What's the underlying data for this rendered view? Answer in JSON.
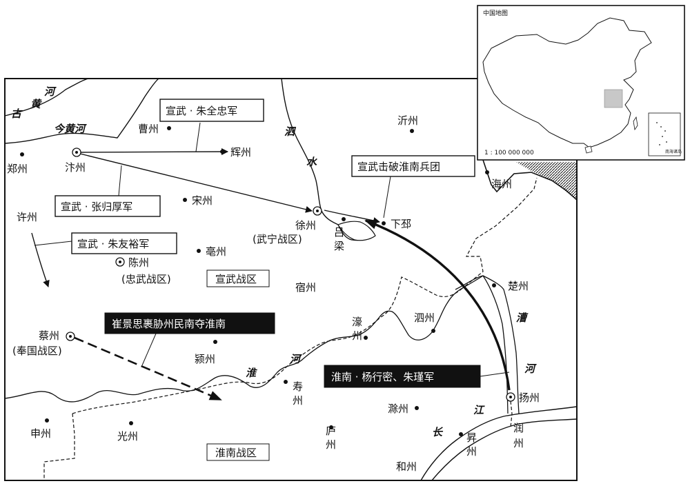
{
  "inset": {
    "title": "中国地图",
    "scale": "1 : 100 000 000",
    "sea_box": "南海诸岛"
  },
  "rivers": {
    "gu_he": "古",
    "gu_huang": "黄",
    "he_top": "河",
    "jin_huanghe": "今黄河",
    "si_1": "泗",
    "si_2": "水",
    "huai_1": "淮",
    "huai_2": "河",
    "cao_1": "漕",
    "cao_2": "河",
    "jiang_1": "江",
    "jiang_2": "长"
  },
  "places": {
    "bianzhou": "汴州",
    "zhengzhou": "郑州",
    "caozhou": "曹州",
    "huizhou": "辉州",
    "yizhou": "沂州",
    "songzhou": "宋州",
    "xuzhou_top": "许州",
    "bozhou": "亳州",
    "chenzhou": "陈州",
    "zhongwu": "(忠武战区)",
    "xuzhou": "徐州",
    "wuning": "(武宁战区)",
    "lu": "吕",
    "liang": "梁",
    "xiapi": "下邳",
    "haizhou": "海州",
    "suzhou": "宿州",
    "chuzhou_n": "楚州",
    "sizhou": "泗州",
    "hao1": "濠",
    "hao2": "州",
    "caizhou": "蔡州",
    "fengguo": "(奉国战区)",
    "yingzhou": "颍州",
    "shou1": "寿",
    "shou2": "州",
    "yangzhou": "扬州",
    "chuzhou_s": "滁州",
    "shenzhou": "申州",
    "guangzhou": "光州",
    "lu1": "庐",
    "lu2": "州",
    "sheng1": "昇",
    "sheng2": "州",
    "run1": "润",
    "run2": "州",
    "hezhou": "和州",
    "xuanwu_zone": "宣武战区",
    "huainan_zone": "淮南战区"
  },
  "labels": {
    "zhu_quanzhong": "宣武 · 朱全忠军",
    "zhang_guihou": "宣武 · 张归厚军",
    "zhu_youyu": "宣武 · 朱友裕军",
    "xuanwu_defeat": "宣武击破淮南兵团",
    "cui_jingsi": "崔景思裹胁州民南夺淮南",
    "yang_xingmi": "淮南 · 杨行密、朱瑾军"
  },
  "colors": {
    "ink": "#111111",
    "paper": "#ffffff",
    "highlight": "#c8c8c8"
  }
}
